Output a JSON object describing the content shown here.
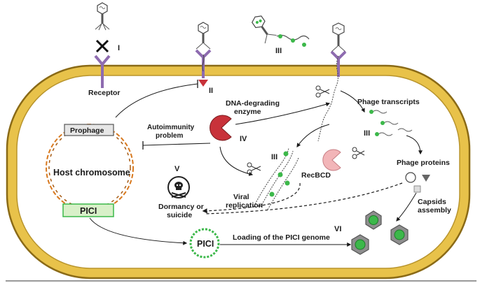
{
  "labels": {
    "receptor": "Receptor",
    "prophage": "Prophage",
    "host_chromosome": "Host chromosome",
    "pici_box": "PICI",
    "pici_circle": "PICI",
    "autoimmunity_1": "Autoimmunity",
    "autoimmunity_2": "problem",
    "dna_degrading_1": "DNA-degrading",
    "dna_degrading_2": "enzyme",
    "phage_transcripts": "Phage transcripts",
    "phage_proteins": "Phage proteins",
    "recbcd": "RecBCD",
    "viral_1": "Viral",
    "viral_2": "replication",
    "dormancy_1": "Dormancy or",
    "dormancy_2": "suicide",
    "capsids_1": "Capsids",
    "capsids_2": "assembly",
    "loading": "Loading of the PICI genome"
  },
  "numerals": {
    "i": "I",
    "ii": "II",
    "iii_top": "III",
    "iii_mid": "III",
    "iii_right": "III",
    "iv": "IV",
    "v": "V",
    "vi": "VI"
  },
  "colors": {
    "membrane_outer": "#8a6a16",
    "membrane_fill": "#e8c24a",
    "cytoplasm": "#ffffff",
    "receptor": "#8e6bb0",
    "pacman": "#c8323a",
    "recbcd": "#f2b5b8",
    "chromosome": "#d8791f",
    "pici_green": "#3cb84a",
    "pici_box_fill": "#d8f0c8"
  }
}
